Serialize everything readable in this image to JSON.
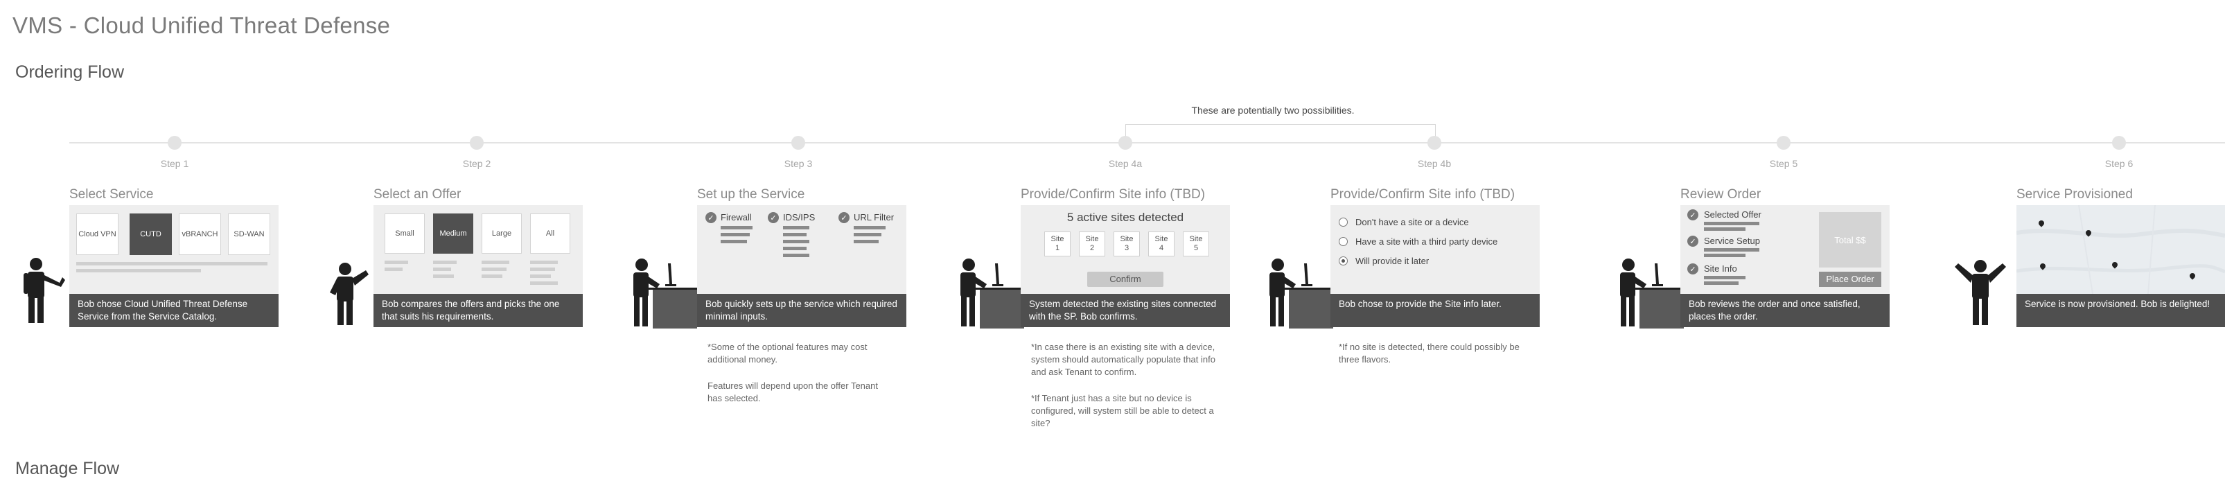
{
  "page": {
    "title": "VMS - Cloud Unified Threat Defense"
  },
  "flows": {
    "ordering": "Ordering Flow",
    "manage": "Manage Flow"
  },
  "timeline": {
    "possibilities_note": "These are potentially two possibilities."
  },
  "steps": {
    "s1": {
      "label": "Step 1",
      "title": "Select Service",
      "caption": "Bob chose Cloud Unified Threat Defense Service from the Service Catalog.",
      "tiles": [
        "Cloud VPN",
        "CUTD",
        "vBRANCH",
        "SD-WAN"
      ],
      "selected": "CUTD"
    },
    "s2": {
      "label": "Step 2",
      "title": "Select an Offer",
      "caption": "Bob compares the offers and picks the one that suits his requirements.",
      "tiles": [
        "Small",
        "Medium",
        "Large",
        "All"
      ],
      "selected": "Medium"
    },
    "s3": {
      "label": "Step 3",
      "title": "Set up the Service",
      "caption": "Bob quickly sets up the service which required minimal inputs.",
      "features": [
        "Firewall",
        "IDS/IPS",
        "URL Filter"
      ],
      "note1": "*Some of the optional features may cost additional money.",
      "note2": "Features will depend upon the offer Tenant has selected."
    },
    "s4a": {
      "label": "Step 4a",
      "title": "Provide/Confirm Site info (TBD)",
      "caption": "System detected the existing sites connected with the SP. Bob confirms.",
      "detected": "5 active sites detected",
      "sites": [
        {
          "l1": "Site",
          "l2": "1"
        },
        {
          "l1": "Site",
          "l2": "2"
        },
        {
          "l1": "Site",
          "l2": "3"
        },
        {
          "l1": "Site",
          "l2": "4"
        },
        {
          "l1": "Site",
          "l2": "5"
        }
      ],
      "confirm": "Confirm",
      "note1": "*In case there is an existing site with a device, system should automatically populate that info and ask Tenant to confirm.",
      "note2": "*If Tenant just has a site but no device is configured, will system still be able to detect a site?"
    },
    "s4b": {
      "label": "Step 4b",
      "title": "Provide/Confirm Site info (TBD)",
      "caption": "Bob chose to provide the Site info later.",
      "options": [
        "Don't have a site or a device",
        "Have a site with a third party device",
        "Will provide it later"
      ],
      "selected": "Will provide it later",
      "note1": "*If no site is detected, there could possibly be three flavors."
    },
    "s5": {
      "label": "Step 5",
      "title": "Review Order",
      "caption": "Bob reviews the order and once satisfied, places the order.",
      "sections": [
        "Selected Offer",
        "Service Setup",
        "Site Info"
      ],
      "total": "Total $$",
      "place_order": "Place Order"
    },
    "s6": {
      "label": "Step 6",
      "title": "Service Provisioned",
      "caption": "Service is now provisioned. Bob is delighted!"
    }
  },
  "colors": {
    "caption_bg": "#4f4f4f",
    "mock_bg": "#eeeeee",
    "timeline": "#e3e3e3",
    "selected_tile": "#505050"
  }
}
